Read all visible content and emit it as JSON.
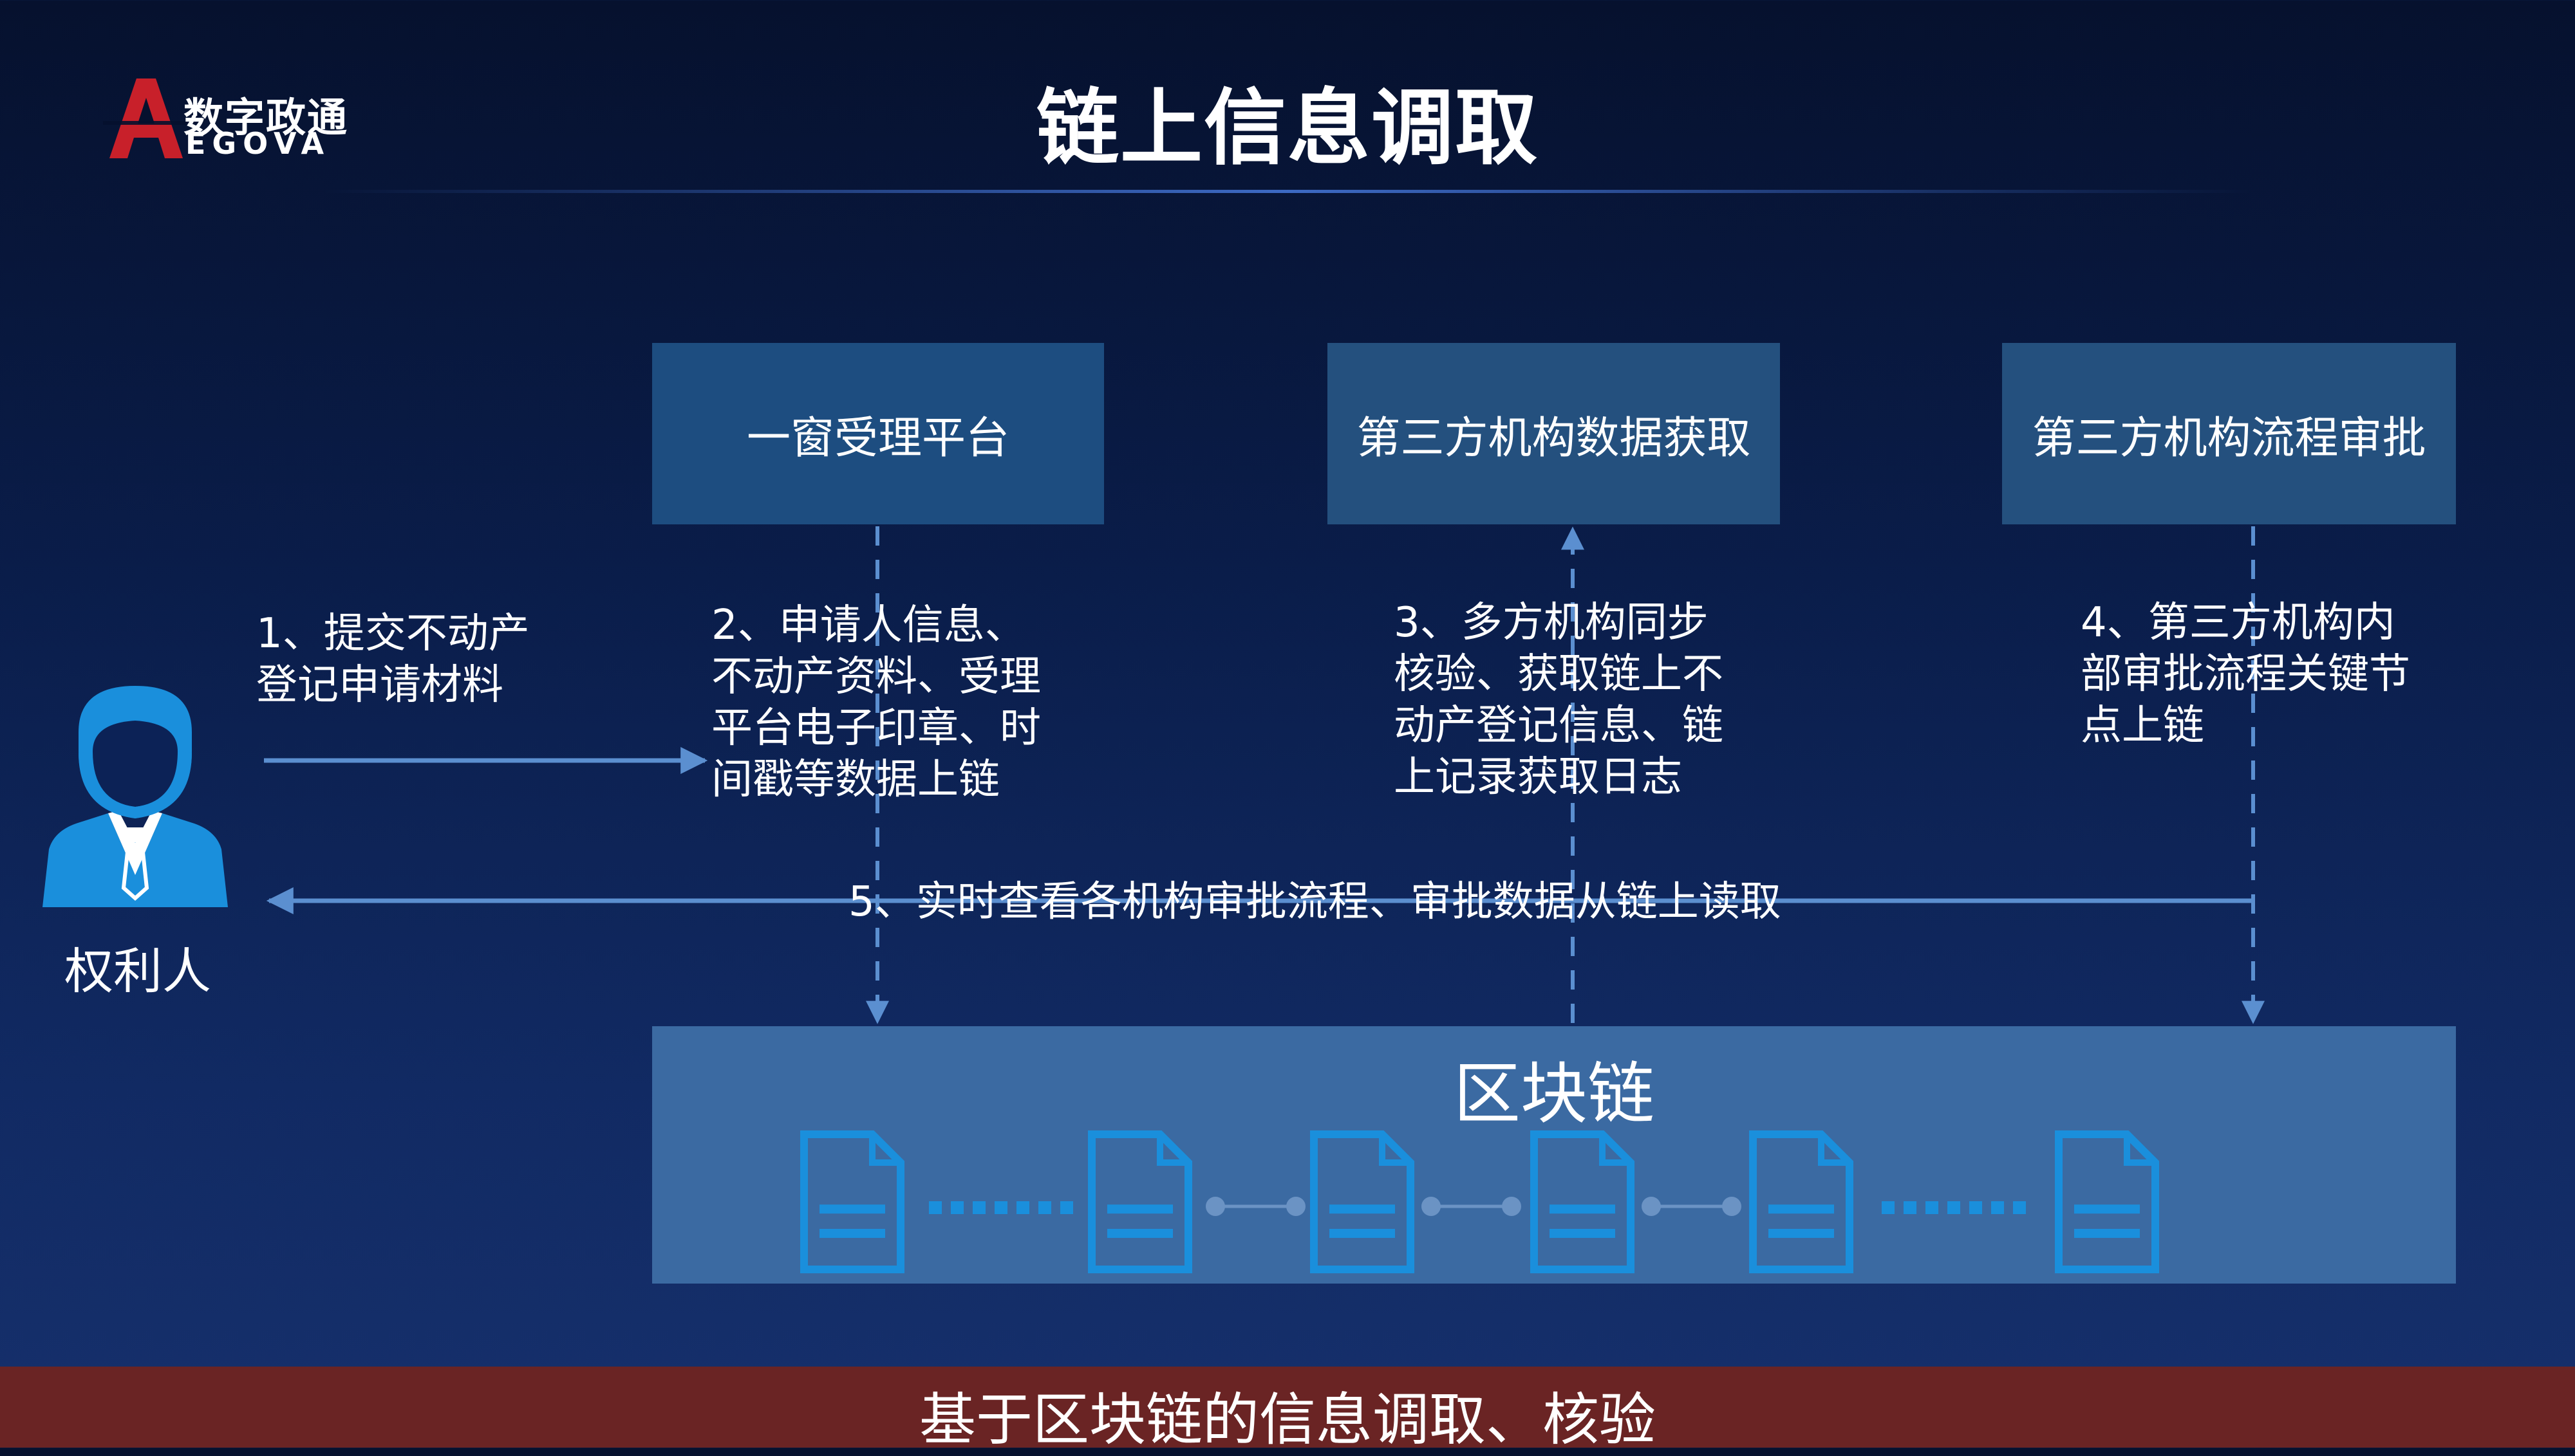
{
  "header": {
    "logo_cn": "数字政通",
    "logo_en": "EGOVA",
    "title": "链上信息调取"
  },
  "platforms": [
    {
      "label": "一窗受理平台"
    },
    {
      "label": "第三方机构数据获取"
    },
    {
      "label": "第三方机构流程审批"
    }
  ],
  "steps": {
    "s1": [
      "1、提交不动产",
      "登记申请材料"
    ],
    "s2": [
      "2、申请人信息、",
      "不动产资料、受理",
      "平台电子印章、时",
      "间戳等数据上链"
    ],
    "s3": [
      "3、多方机构同步",
      "核验、获取链上不",
      "动产登记信息、链",
      "上记录获取日志"
    ],
    "s4": [
      "4、第三方机构内",
      "部审批流程关键节",
      "点上链"
    ],
    "s5": "5、实时查看各机构审批流程、审批数据从链上读取"
  },
  "person": {
    "label": "权利人"
  },
  "blockchain": {
    "title": "区块链"
  },
  "footer": {
    "text": "基于区块链的信息调取、核验"
  },
  "colors": {
    "accent_blue": "#1a8fdc",
    "platform_box": "#1d4d80",
    "chain_box": "#3b6aa2",
    "footer_bar": "#6a2424",
    "arrow": "#5b8fd0"
  }
}
